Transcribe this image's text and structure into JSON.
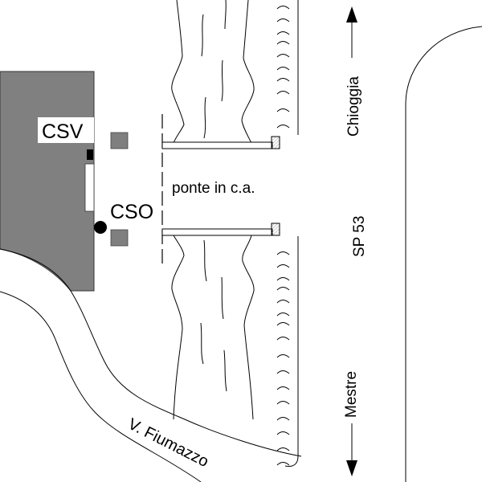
{
  "map": {
    "labels": {
      "csv": "CSV",
      "cso": "CSO",
      "bridge": "ponte in c.a.",
      "road_name": "SP 53",
      "direction_north": "Chioggia",
      "direction_south": "Mestre",
      "street": "V. Fiumazzo"
    },
    "colors": {
      "building": "#808080",
      "marker": "#7f7f7f",
      "line": "#000000",
      "background": "#ffffff"
    }
  }
}
